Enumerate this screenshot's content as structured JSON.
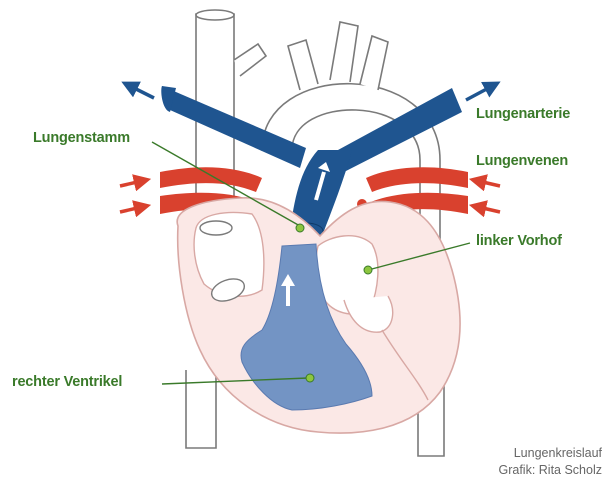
{
  "labels": {
    "lungenstamm": "Lungenstamm",
    "lungenarterie": "Lungenarterie",
    "lungenvenen": "Lungenvenen",
    "linker_vorhof": "linker Vorhof",
    "rechter_ventrikel": "rechter Ventrikel"
  },
  "credit": {
    "title": "Lungenkreislauf",
    "author": "Grafik: Rita Scholz"
  },
  "colors": {
    "label_green": "#3a7a2a",
    "deoxygenated_blue": "#1f5590",
    "oxygenated_red": "#d9412e",
    "heart_pink": "#fbe8e6",
    "outline_gray": "#7a7a7a"
  }
}
